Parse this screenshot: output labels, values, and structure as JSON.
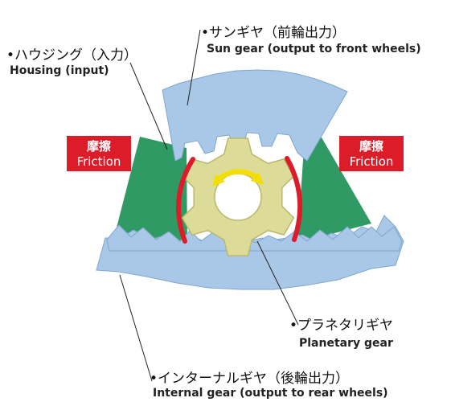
{
  "labels": {
    "housing_jp": "•ハウジング（入力）",
    "housing_en": "Housing (input)",
    "sun_jp": "•サンギヤ（前輪出力）",
    "sun_en": "Sun gear (output to front wheels)",
    "planetary_jp": "•プラネタリギヤ",
    "planetary_en": "Planetary gear",
    "internal_jp": "•インターナルギヤ（後輪出力）",
    "internal_en": "Internal gear (output to rear wheels)",
    "friction_jp": "摩擦",
    "friction_en": "Friction"
  },
  "colors": {
    "gear_blue": "#a9c7e6",
    "gear_blue_edge": "#7fa6cf",
    "housing_green": "#2f9a63",
    "planet_yellow": "#dcdc98",
    "planet_edge": "#b9b86c",
    "friction_red": "#dd1c2a",
    "rotation_arrow": "#f4de00"
  },
  "icons": {
    "rotation": "curved-double-arrow-icon"
  }
}
